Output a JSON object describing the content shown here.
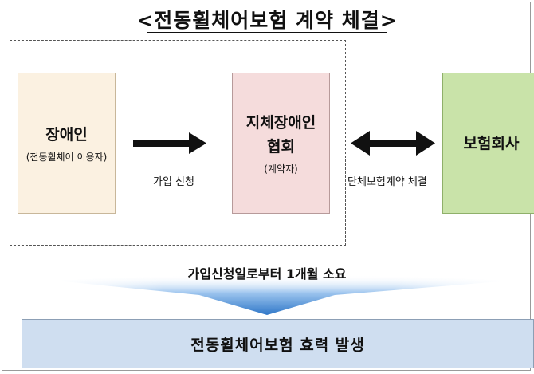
{
  "title": "<전동휠체어보험 계약 체결>",
  "nodes": {
    "applicant": {
      "label": "장애인",
      "sub": "(전동휠체어 이용자)"
    },
    "association": {
      "label_line1": "지체장애인",
      "label_line2": "협회",
      "sub": "(계약자)"
    },
    "insurer": {
      "label": "보험회사"
    }
  },
  "edges": {
    "apply": "가입 신청",
    "group_contract": "단체보험계약 체결"
  },
  "period_note": "가입신청일로부터 1개월 소요",
  "result": "전동휠체어보험 효력 발생",
  "colors": {
    "applicant_box": "#fbf1e1",
    "association_box": "#f5dcdc",
    "insurer_box": "#c9e3a9",
    "result_box": "#cfdef0",
    "flow_arrow": "#2f77c8"
  }
}
